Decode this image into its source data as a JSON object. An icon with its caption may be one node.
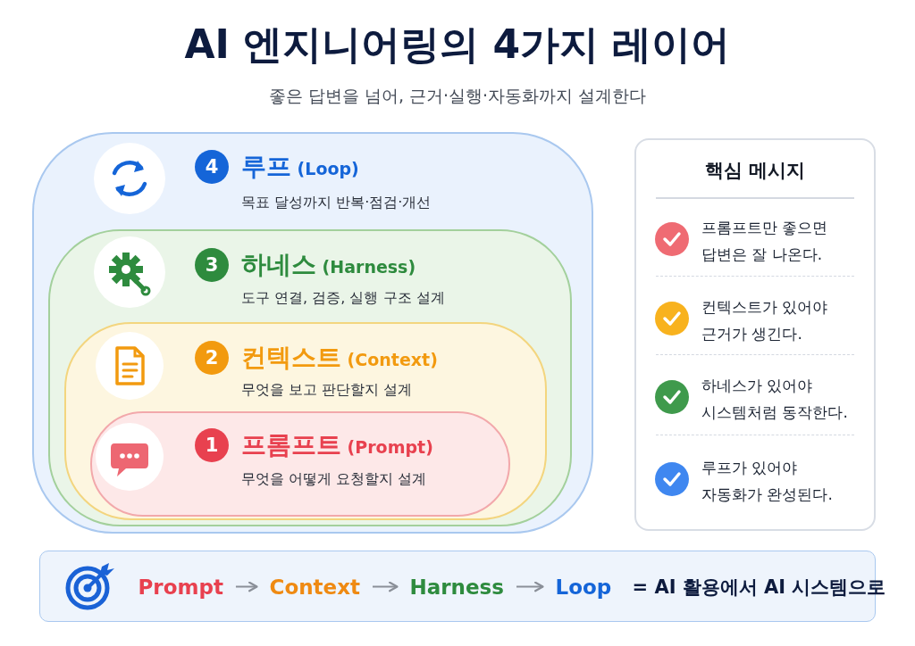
{
  "diagram": {
    "title": "AI 엔지니어링의 4가지 레이어",
    "nodes": [
      {
        "text": [
          "**루프** (Loop)",
          "목표 달성까지 반복·점검·개선"
        ]
      },
      {
        "text": [
          "4"
        ],
        "in": 0
      },
      {
        "text": [
          "**하네스** (Harness)",
          "도구 연결, 검증, 실행 구조 설계"
        ],
        "in": 0
      },
      {
        "text": [
          "3"
        ],
        "in": 2
      },
      {
        "text": [
          "**컨텍스트** (Context)",
          "무엇을 보고 판단할지 설계"
        ],
        "in": 2
      },
      {
        "text": [
          "2"
        ],
        "in": 4
      },
      {
        "text": [
          "**프롬프트** (Prompt)",
          "무엇을 어떻게 요청할지 설계"
        ],
        "in": 4
      },
      {
        "text": [
          "1"
        ],
        "in": 6
      },
      {
        "text": [
          "핵심 메시지"
        ]
      },
      {
        "text": [
          "= AI 활용에서 AI 시스템으로"
        ]
      },
      {
        "text": [
          "Prompt"
        ],
        "in": 9
      },
      {
        "text": [
          "Context"
        ],
        "in": 9
      },
      {
        "text": [
          "Harness"
        ],
        "in": 9
      },
      {
        "text": [
          "Loop"
        ],
        "in": 9
      }
    ],
    "edges": [
      {
        "from": 10,
        "to": 11,
        "arrow": "to"
      },
      {
        "from": 11,
        "to": 12,
        "arrow": "to"
      },
      {
        "from": 12,
        "to": 13,
        "arrow": "to"
      }
    ],
    "labels": [
      "좋은 답변을 넘어, 근거·실행·자동화까지 설계한다",
      "프롬프트만 좋으면 답변은 잘 나온다.",
      "컨텍스트가 있어야 근거가 생긴다.",
      "하네스가 있어야 시스템처럼 동작한다.",
      "루프가 있어야 자동화가 완성된다."
    ]
  }
}
